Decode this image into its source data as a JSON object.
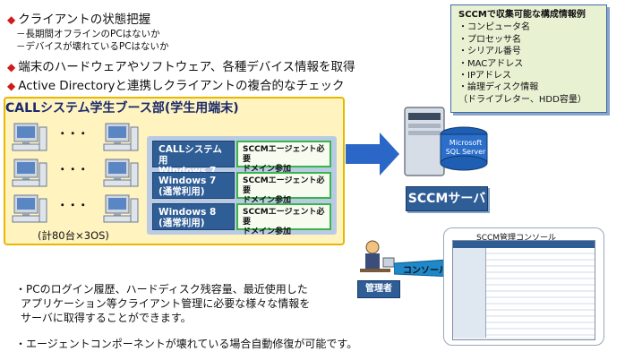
{
  "bullets": [
    {
      "text": "クライアントの状態把握",
      "subs": [
        "－長期間オフラインのPCはないか",
        "－デバイスが壊れているPCはないか"
      ]
    },
    {
      "text": "端末のハードウェアやソフトウェア、各種デバイス情報を取得",
      "subs": []
    },
    {
      "text": "Active Directoryと連携しクライアントの複合的なチェック",
      "subs": []
    }
  ],
  "info_box": {
    "title": "SCCMで収集可能な構成情報例",
    "items": [
      "・コンピュータ名",
      "・プロセッサ名",
      "・シリアル番号",
      "・MACアドレス",
      "・IPアドレス",
      "・論理ディスク情報",
      "（ドライブレター、HDD容量）"
    ]
  },
  "panel": {
    "title": "CALLシステム学生ブース部(学生用端末)",
    "count": "(計80台×3OS)",
    "ellipsis": "・・・",
    "os_rows": [
      {
        "os": "CALLシステム用\nWindows 7",
        "agent": "SCCMエージェント必要\nドメイン参加"
      },
      {
        "os": "Windows 7\n(通常利用)",
        "agent": "SCCMエージェント必要\nドメイン参加"
      },
      {
        "os": "Windows 8\n(通常利用)",
        "agent": "SCCMエージェント必要\nドメイン参加"
      }
    ]
  },
  "server": {
    "label": "SCCMサーバ",
    "db_line1": "Microsoft",
    "db_line2": "SQL Server"
  },
  "console": {
    "title": "SCCM管理コンソール",
    "admin_label": "管理者",
    "confirm_label": "コンソール確認"
  },
  "notes": [
    "・PCのログイン履歴、ハードディスク残容量、最近使用した",
    "アプリケーション等クライアント管理に必要な様々な情報を",
    "サーバに取得することができます。",
    "・エージェントコンポーネントが壊れている場合自動修復が可能です。"
  ],
  "colors": {
    "accent_red": "#d21a1a",
    "blue": "#2f5d96",
    "green": "#39b54a",
    "panel_yellow": "#fff3bf"
  }
}
